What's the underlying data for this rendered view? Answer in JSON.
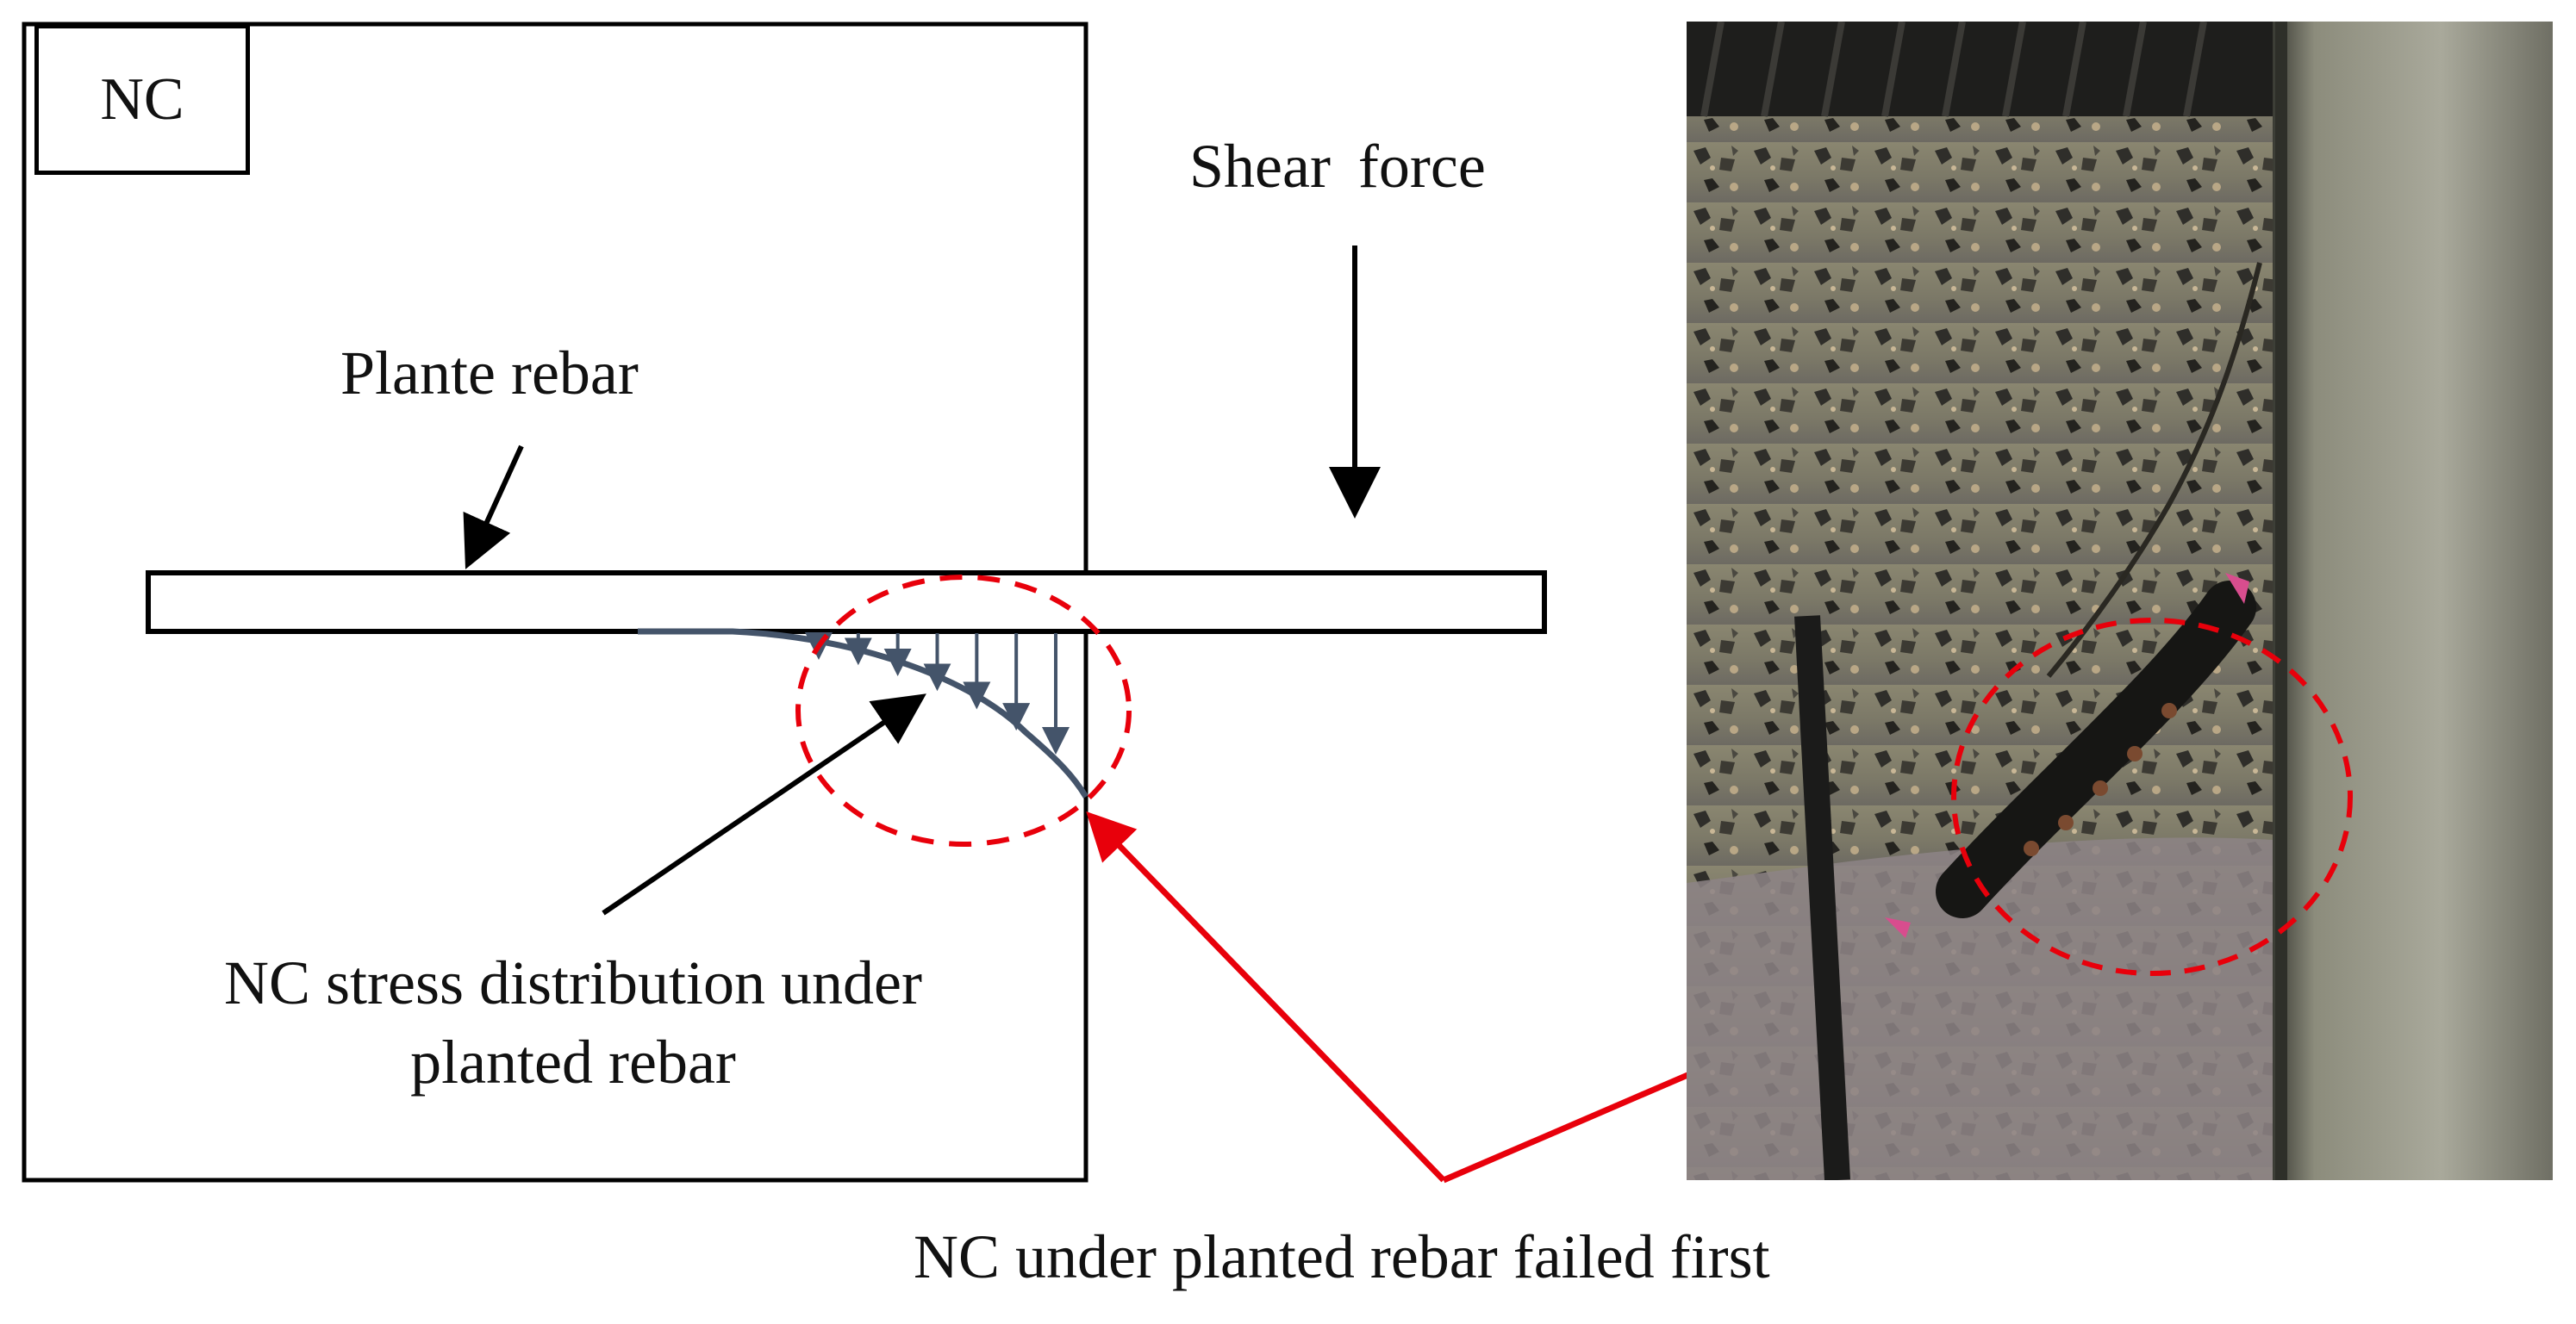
{
  "labels": {
    "nc_box": "NC",
    "shear_force": "Shear force",
    "plante_rebar": "Plante rebar",
    "stress_line1": "NC stress distribution under",
    "stress_line2": "planted rebar",
    "failed_first": "NC under planted rebar  failed first"
  },
  "colors": {
    "outline": "#000000",
    "stress_curve": "#44546a",
    "failure_highlight": "#e8000b",
    "concrete": "#7d7a68",
    "rebar": "#1c1c1c",
    "steel_plate": "#9a9a8e"
  },
  "stress_arrow_count": 7
}
